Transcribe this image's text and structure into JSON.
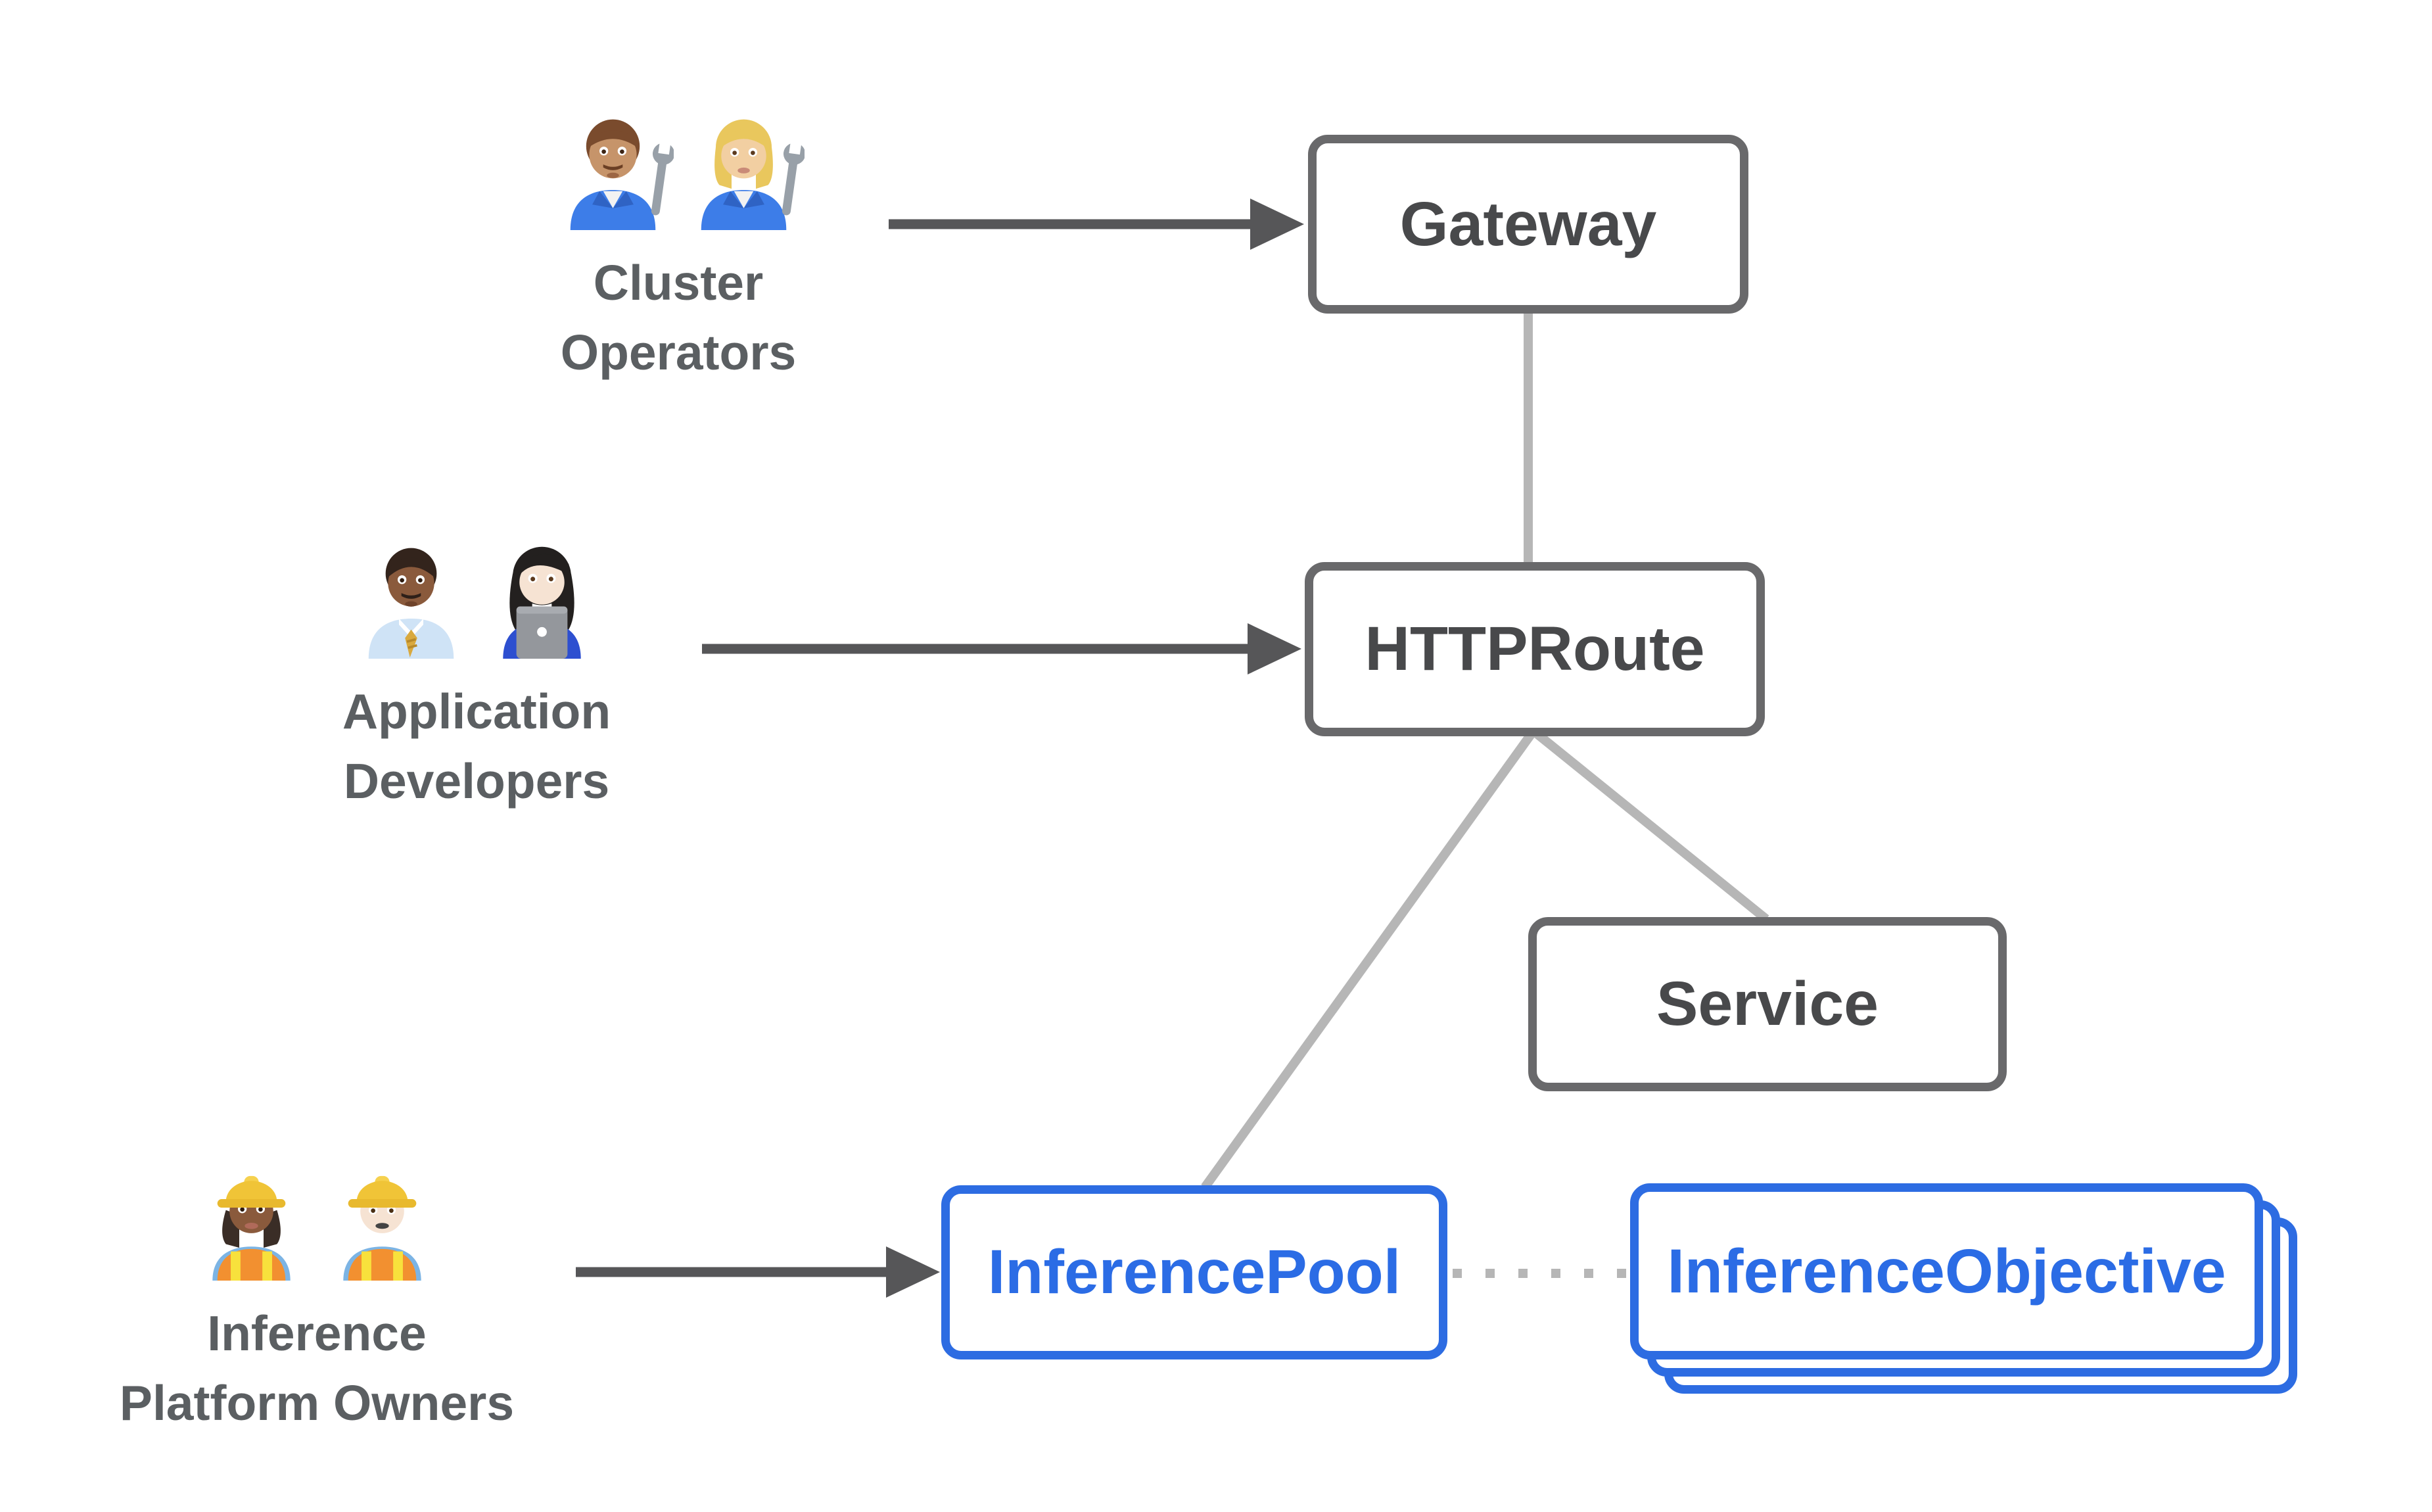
{
  "diagram": {
    "boxes": {
      "gateway": {
        "label": "Gateway"
      },
      "httproute": {
        "label": "HTTPRoute"
      },
      "service": {
        "label": "Service"
      },
      "inferencepool": {
        "label": "InferencePool"
      },
      "inferenceobjective": {
        "label": "InferenceObjective"
      }
    },
    "personas": [
      {
        "id": "cluster-operators",
        "label_line1": "Cluster",
        "label_line2": "Operators",
        "icons": [
          "man-mechanic-icon",
          "woman-mechanic-icon"
        ]
      },
      {
        "id": "application-developers",
        "label_line1": "Application",
        "label_line2": "Developers",
        "icons": [
          "man-office-worker-icon",
          "woman-technologist-icon"
        ]
      },
      {
        "id": "inference-platform-owners",
        "label_line1": "Inference",
        "label_line2": "Platform Owners",
        "icons": [
          "woman-construction-worker-icon",
          "man-construction-worker-icon"
        ]
      }
    ],
    "colors": {
      "blue_accent": "#2d6ce2",
      "box_border_gray": "#69696b",
      "box_text_gray": "#48494b",
      "persona_text_gray": "#5b5f62",
      "connector_light_gray": "#b6b6b6",
      "arrow_dark_gray": "#565658",
      "background": "#ffffff"
    }
  }
}
